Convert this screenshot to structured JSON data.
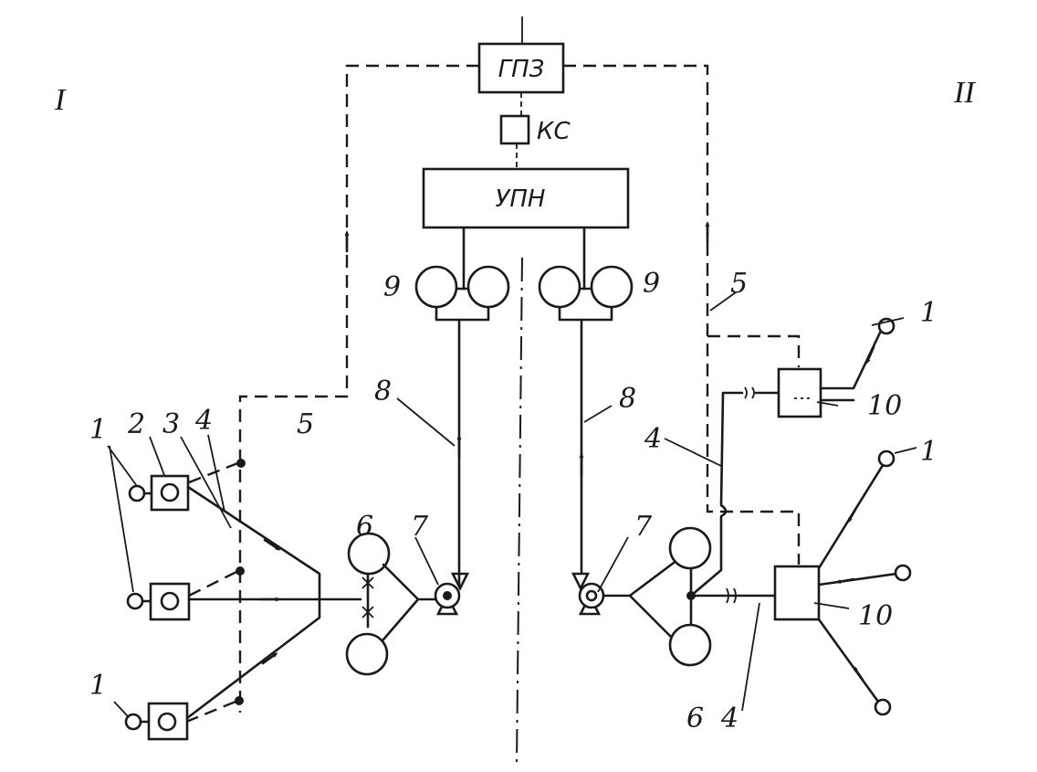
{
  "blocks": {
    "gpz": "ГПЗ",
    "ks": "КС",
    "upn": "УПН"
  },
  "zones": {
    "left": "I",
    "right": "II"
  },
  "labels": {
    "well": "1",
    "meter": "2",
    "line3": "3",
    "line4": "4",
    "gas_line": "5",
    "separator": "6",
    "pump": "7",
    "oil_line": "8",
    "tank": "9",
    "group_unit": "10"
  }
}
